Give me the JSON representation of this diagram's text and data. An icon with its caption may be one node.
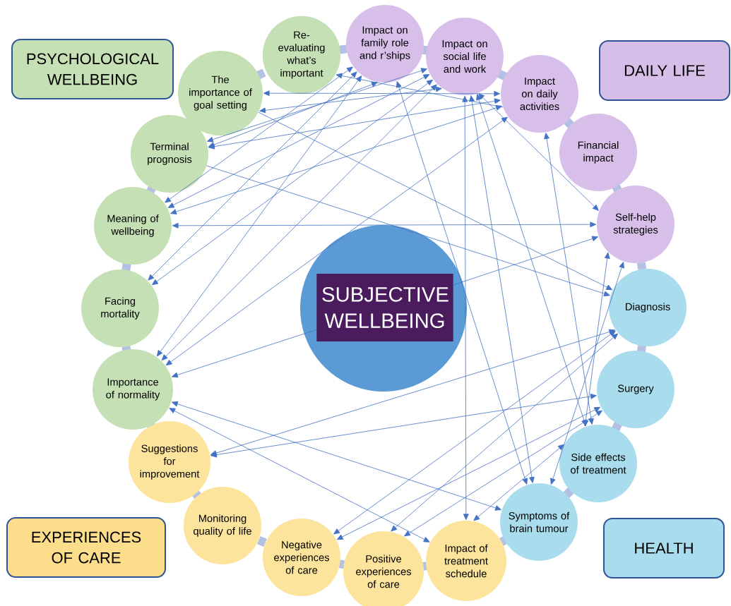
{
  "diagram": {
    "nodes": [
      {
        "text": [
          "Re-evaluating what’s important"
        ]
      },
      {
        "text": [
          "Impact on family role and r’ships"
        ]
      },
      {
        "text": [
          "Impact on social life and work"
        ]
      },
      {
        "text": [
          "Impact on daily activities"
        ]
      },
      {
        "text": [
          "Financial impact"
        ]
      },
      {
        "text": [
          "Self-help strategies"
        ]
      },
      {
        "text": [
          "Diagnosis"
        ]
      },
      {
        "text": [
          "Surgery"
        ]
      },
      {
        "text": [
          "Side effects of treatment"
        ]
      },
      {
        "text": [
          "Symptoms of brain tumour"
        ]
      },
      {
        "text": [
          "Impact of treatment schedule"
        ]
      },
      {
        "text": [
          "Positive experiences of care"
        ]
      },
      {
        "text": [
          "Negative experiences of care"
        ]
      },
      {
        "text": [
          "Monitoring quality of life"
        ]
      },
      {
        "text": [
          "Suggestions for improvement"
        ]
      },
      {
        "text": [
          "Importance of normality"
        ]
      },
      {
        "text": [
          "Facing mortality"
        ]
      },
      {
        "text": [
          "Meaning of wellbeing"
        ]
      },
      {
        "text": [
          "Terminal prognosis"
        ]
      },
      {
        "text": [
          "The importance of goal setting"
        ]
      },
      {
        "text": [
          "SUBJECTIVE WELLBEING"
        ]
      },
      {
        "text": [
          "PSYCHOLOGICAL WELLBEING"
        ]
      },
      {
        "text": [
          "DAILY LIFE"
        ]
      },
      {
        "text": [
          "EXPERIENCES OF CARE"
        ]
      },
      {
        "text": [
          "HEALTH"
        ]
      }
    ],
    "edges": [
      {
        "from": 3,
        "to": 0,
        "arrow": "to"
      },
      {
        "from": 19,
        "to": 2,
        "arrow": "both"
      },
      {
        "from": 19,
        "to": 3,
        "arrow": "both"
      },
      {
        "from": 19,
        "to": 6,
        "arrow": "to"
      },
      {
        "from": 18,
        "to": 1,
        "arrow": "both"
      },
      {
        "from": 18,
        "to": 2,
        "arrow": "both"
      },
      {
        "from": 18,
        "to": 3,
        "arrow": "both"
      },
      {
        "from": 18,
        "to": 6,
        "arrow": "to"
      },
      {
        "from": 17,
        "to": 1,
        "arrow": "both"
      },
      {
        "from": 17,
        "to": 2,
        "arrow": "both"
      },
      {
        "from": 17,
        "to": 3,
        "arrow": "both"
      },
      {
        "from": 17,
        "to": 5,
        "arrow": "both"
      },
      {
        "from": 16,
        "to": 1,
        "arrow": "both"
      },
      {
        "from": 16,
        "to": 2,
        "arrow": "both"
      },
      {
        "from": 15,
        "to": 1,
        "arrow": "both"
      },
      {
        "from": 15,
        "to": 2,
        "arrow": "both"
      },
      {
        "from": 15,
        "to": 3,
        "arrow": "both"
      },
      {
        "from": 20,
        "to": 15,
        "arrow": "to"
      },
      {
        "from": 20,
        "to": 5,
        "arrow": "to"
      },
      {
        "from": 15,
        "to": 9,
        "arrow": "both"
      },
      {
        "from": 15,
        "to": 10,
        "arrow": "both"
      },
      {
        "from": 6,
        "to": 14,
        "arrow": "both"
      },
      {
        "from": 7,
        "to": 14,
        "arrow": "both"
      },
      {
        "from": 6,
        "to": 12,
        "arrow": "both"
      },
      {
        "from": 7,
        "to": 12,
        "arrow": "both"
      },
      {
        "from": 6,
        "to": 11,
        "arrow": "both"
      },
      {
        "from": 7,
        "to": 11,
        "arrow": "both"
      },
      {
        "from": 2,
        "to": 10,
        "arrow": "both"
      },
      {
        "from": 1,
        "to": 9,
        "arrow": "both"
      },
      {
        "from": 2,
        "to": 9,
        "arrow": "both"
      },
      {
        "from": 3,
        "to": 8,
        "arrow": "both"
      },
      {
        "from": 5,
        "to": 9,
        "arrow": "both"
      },
      {
        "from": 5,
        "to": 8,
        "arrow": "both"
      },
      {
        "from": 10,
        "to": 8,
        "arrow": "both"
      },
      {
        "from": 2,
        "to": 8,
        "arrow": "both"
      },
      {
        "from": 2,
        "to": 5,
        "arrow": "both"
      }
    ]
  }
}
